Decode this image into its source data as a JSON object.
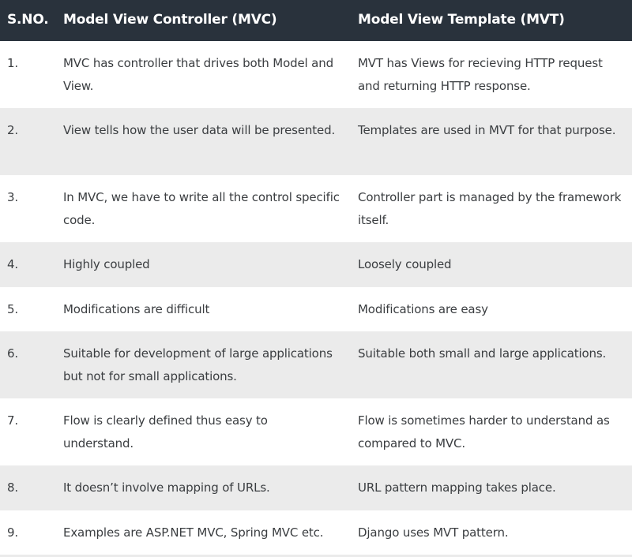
{
  "table": {
    "headers": {
      "sno": "S.NO.",
      "mvc": "Model View Controller (MVC)",
      "mvt": "Model View Template (MVT)"
    },
    "rows": [
      {
        "sno": "1.",
        "mvc": "MVC has controller that drives both Model and View.",
        "mvt": "MVT has Views for recieving HTTP request and returning HTTP response."
      },
      {
        "sno": "2.",
        "mvc": "View tells how the user data will be presented.",
        "mvt": "Templates are used in MVT for that purpose."
      },
      {
        "sno": "3.",
        "mvc": "In MVC, we have to write all the control specific code.",
        "mvt": "Controller part is managed by the framework itself."
      },
      {
        "sno": "4.",
        "mvc": "Highly coupled",
        "mvt": "Loosely coupled"
      },
      {
        "sno": "5.",
        "mvc": "Modifications are difficult",
        "mvt": "Modifications are easy"
      },
      {
        "sno": "6.",
        "mvc": "Suitable for development of large applications but not for small applications.",
        "mvt": "Suitable both small and large applications."
      },
      {
        "sno": "7.",
        "mvc": "Flow is clearly defined thus easy to understand.",
        "mvt": "Flow is sometimes harder to understand as compared to MVC."
      },
      {
        "sno": "8.",
        "mvc": "It doesn’t involve mapping of URLs.",
        "mvt": "URL pattern mapping takes place."
      },
      {
        "sno": "9.",
        "mvc": "Examples are ASP.NET MVC, Spring MVC etc.",
        "mvt": "Django uses MVT pattern."
      }
    ]
  },
  "colors": {
    "header_bg": "#29323c",
    "header_text": "#ffffff",
    "row_alt_bg": "#ebebeb",
    "row_bg": "#ffffff",
    "body_text": "#3a3d40"
  }
}
